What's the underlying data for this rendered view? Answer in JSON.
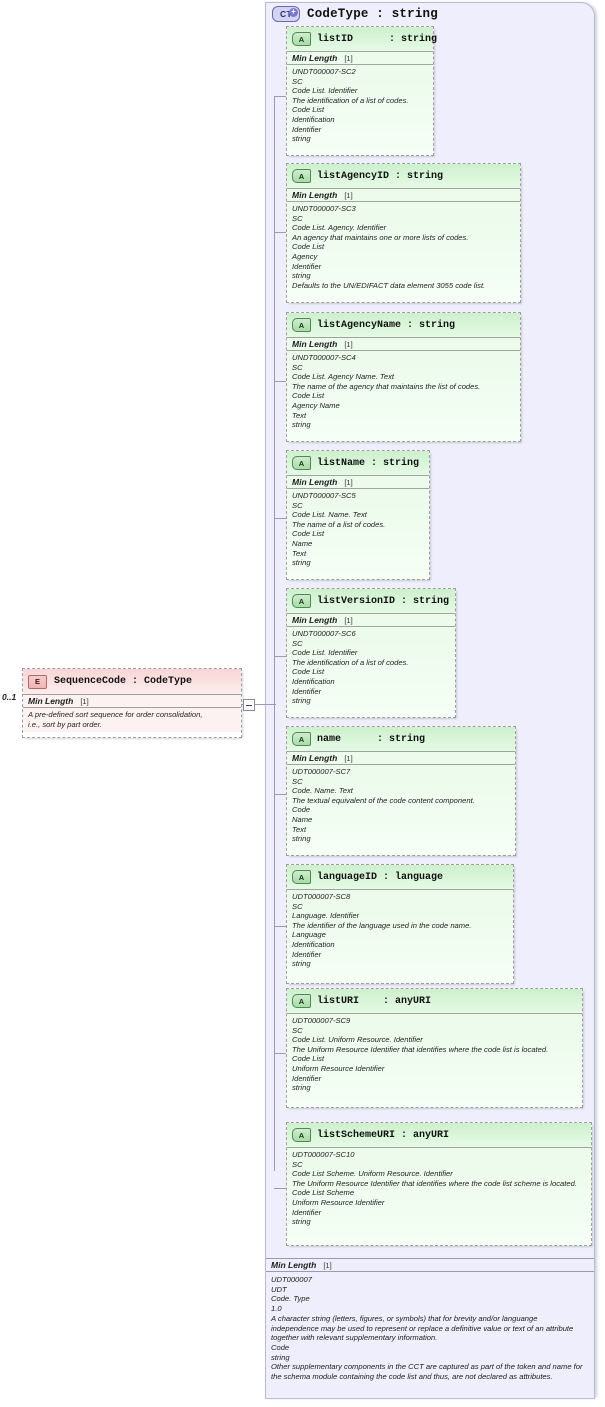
{
  "diagram": {
    "title": "XSD complexType diagram",
    "root": {
      "icon": "complextype-icon",
      "icon_label": "CT",
      "title": "CodeType : string"
    },
    "element": {
      "icon": "element-icon",
      "icon_label": "E",
      "name": "SequenceCode : CodeType",
      "cardinality": "0..1",
      "facet_label": "Min Length",
      "facet_value": "[1]",
      "doc": [
        "A pre-defined sort sequence for order consolidation,",
        "i.e., sort by part order."
      ],
      "toggle": "collapse-toggle"
    },
    "type_doc": {
      "facet_label": "Min Length",
      "facet_value": "[1]",
      "lines": [
        "UDT000007",
        "UDT",
        "Code. Type",
        "1.0",
        "A character string (letters, figures, or symbols) that for brevity and/or languange independence may be used to represent or replace a definitive value or text of an attribute together with relevant supplementary information.",
        "Code",
        "string",
        "Other supplementary components in the CCT are captured as part of the token and name for the schema module containing the code list and thus, are not declared as attributes."
      ]
    },
    "attributes": [
      {
        "icon_label": "A",
        "name": "listID      : string",
        "facet_label": "Min Length",
        "facet_value": "[1]",
        "lines": [
          "UNDT000007-SC2",
          "SC",
          "Code List. Identifier",
          "The identification of a list of codes.",
          "Code List",
          "Identification",
          "Identifier",
          "string"
        ]
      },
      {
        "icon_label": "A",
        "name": "listAgencyID : string",
        "facet_label": "Min Length",
        "facet_value": "[1]",
        "lines": [
          "UNDT000007-SC3",
          "SC",
          "Code List. Agency. Identifier",
          "An agency that maintains one or more lists of codes.",
          "Code List",
          "Agency",
          "Identifier",
          "string",
          "Defaults to the UN/EDIFACT data element 3055 code list."
        ]
      },
      {
        "icon_label": "A",
        "name": "listAgencyName : string",
        "facet_label": "Min Length",
        "facet_value": "[1]",
        "lines": [
          "UNDT000007-SC4",
          "SC",
          "Code List. Agency Name. Text",
          "The name of the agency that maintains the list of codes.",
          "Code List",
          "Agency Name",
          "Text",
          "string"
        ]
      },
      {
        "icon_label": "A",
        "name": "listName : string",
        "facet_label": "Min Length",
        "facet_value": "[1]",
        "lines": [
          "UNDT000007-SC5",
          "SC",
          "Code List. Name. Text",
          "The name of a list of codes.",
          "Code List",
          "Name",
          "Text",
          "string"
        ]
      },
      {
        "icon_label": "A",
        "name": "listVersionID : string",
        "facet_label": "Min Length",
        "facet_value": "[1]",
        "lines": [
          "UNDT000007-SC6",
          "SC",
          "Code List. Identifier",
          "The identification of a list of codes.",
          "Code List",
          "Identification",
          "Identifier",
          "string"
        ]
      },
      {
        "icon_label": "A",
        "name": "name      : string",
        "facet_label": "Min Length",
        "facet_value": "[1]",
        "lines": [
          "UDT000007-SC7",
          "SC",
          "Code. Name. Text",
          "The textual equivalent of the code content component.",
          "Code",
          "Name",
          "Text",
          "string"
        ]
      },
      {
        "icon_label": "A",
        "name": "languageID : language",
        "facet_label": "",
        "facet_value": "",
        "lines": [
          "UDT000007-SC8",
          "SC",
          "Language. Identifier",
          "The identifier of the language used in the code name.",
          "Language",
          "Identification",
          "Identifier",
          "string"
        ]
      },
      {
        "icon_label": "A",
        "name": "listURI    : anyURI",
        "facet_label": "",
        "facet_value": "",
        "lines": [
          "UDT000007-SC9",
          "SC",
          "Code List. Uniform Resource. Identifier",
          "The Uniform Resource Identifier that identifies where the code list is located.",
          "Code List",
          "Uniform Resource Identifier",
          "Identifier",
          "string"
        ]
      },
      {
        "icon_label": "A",
        "name": "listSchemeURI : anyURI",
        "facet_label": "",
        "facet_value": "",
        "lines": [
          "UDT000007-SC10",
          "SC",
          "Code List Scheme. Uniform Resource. Identifier",
          "The Uniform Resource Identifier that identifies where the code list scheme is located.",
          "Code List Scheme",
          "Uniform Resource Identifier",
          "Identifier",
          "string"
        ]
      }
    ]
  }
}
